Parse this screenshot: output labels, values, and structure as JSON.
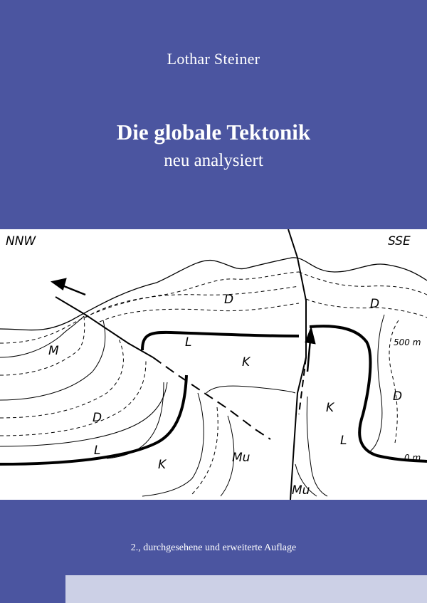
{
  "cover": {
    "author": "Lothar Steiner",
    "title": "Die globale Tektonik",
    "subtitle": "neu analysiert",
    "edition": "2., durchgesehene und erweiterte Auflage"
  },
  "figure": {
    "labels": {
      "nnw": "NNW",
      "sse": "SSE",
      "d_top_left": "D",
      "d_top_right": "D",
      "m": "M",
      "l_upper": "L",
      "k_center": "K",
      "k_right": "K",
      "d_mid_left": "D",
      "d_right": "D",
      "l_lower_left": "L",
      "l_right": "L",
      "k_lower": "K",
      "mu_center": "Mu",
      "mu_bottom": "Mu",
      "elev_500": "500 m",
      "elev_0": "0 m"
    }
  },
  "colors": {
    "background": "#4b55a0",
    "band": "#ccd0e6",
    "figure_bg": "#ffffff"
  }
}
